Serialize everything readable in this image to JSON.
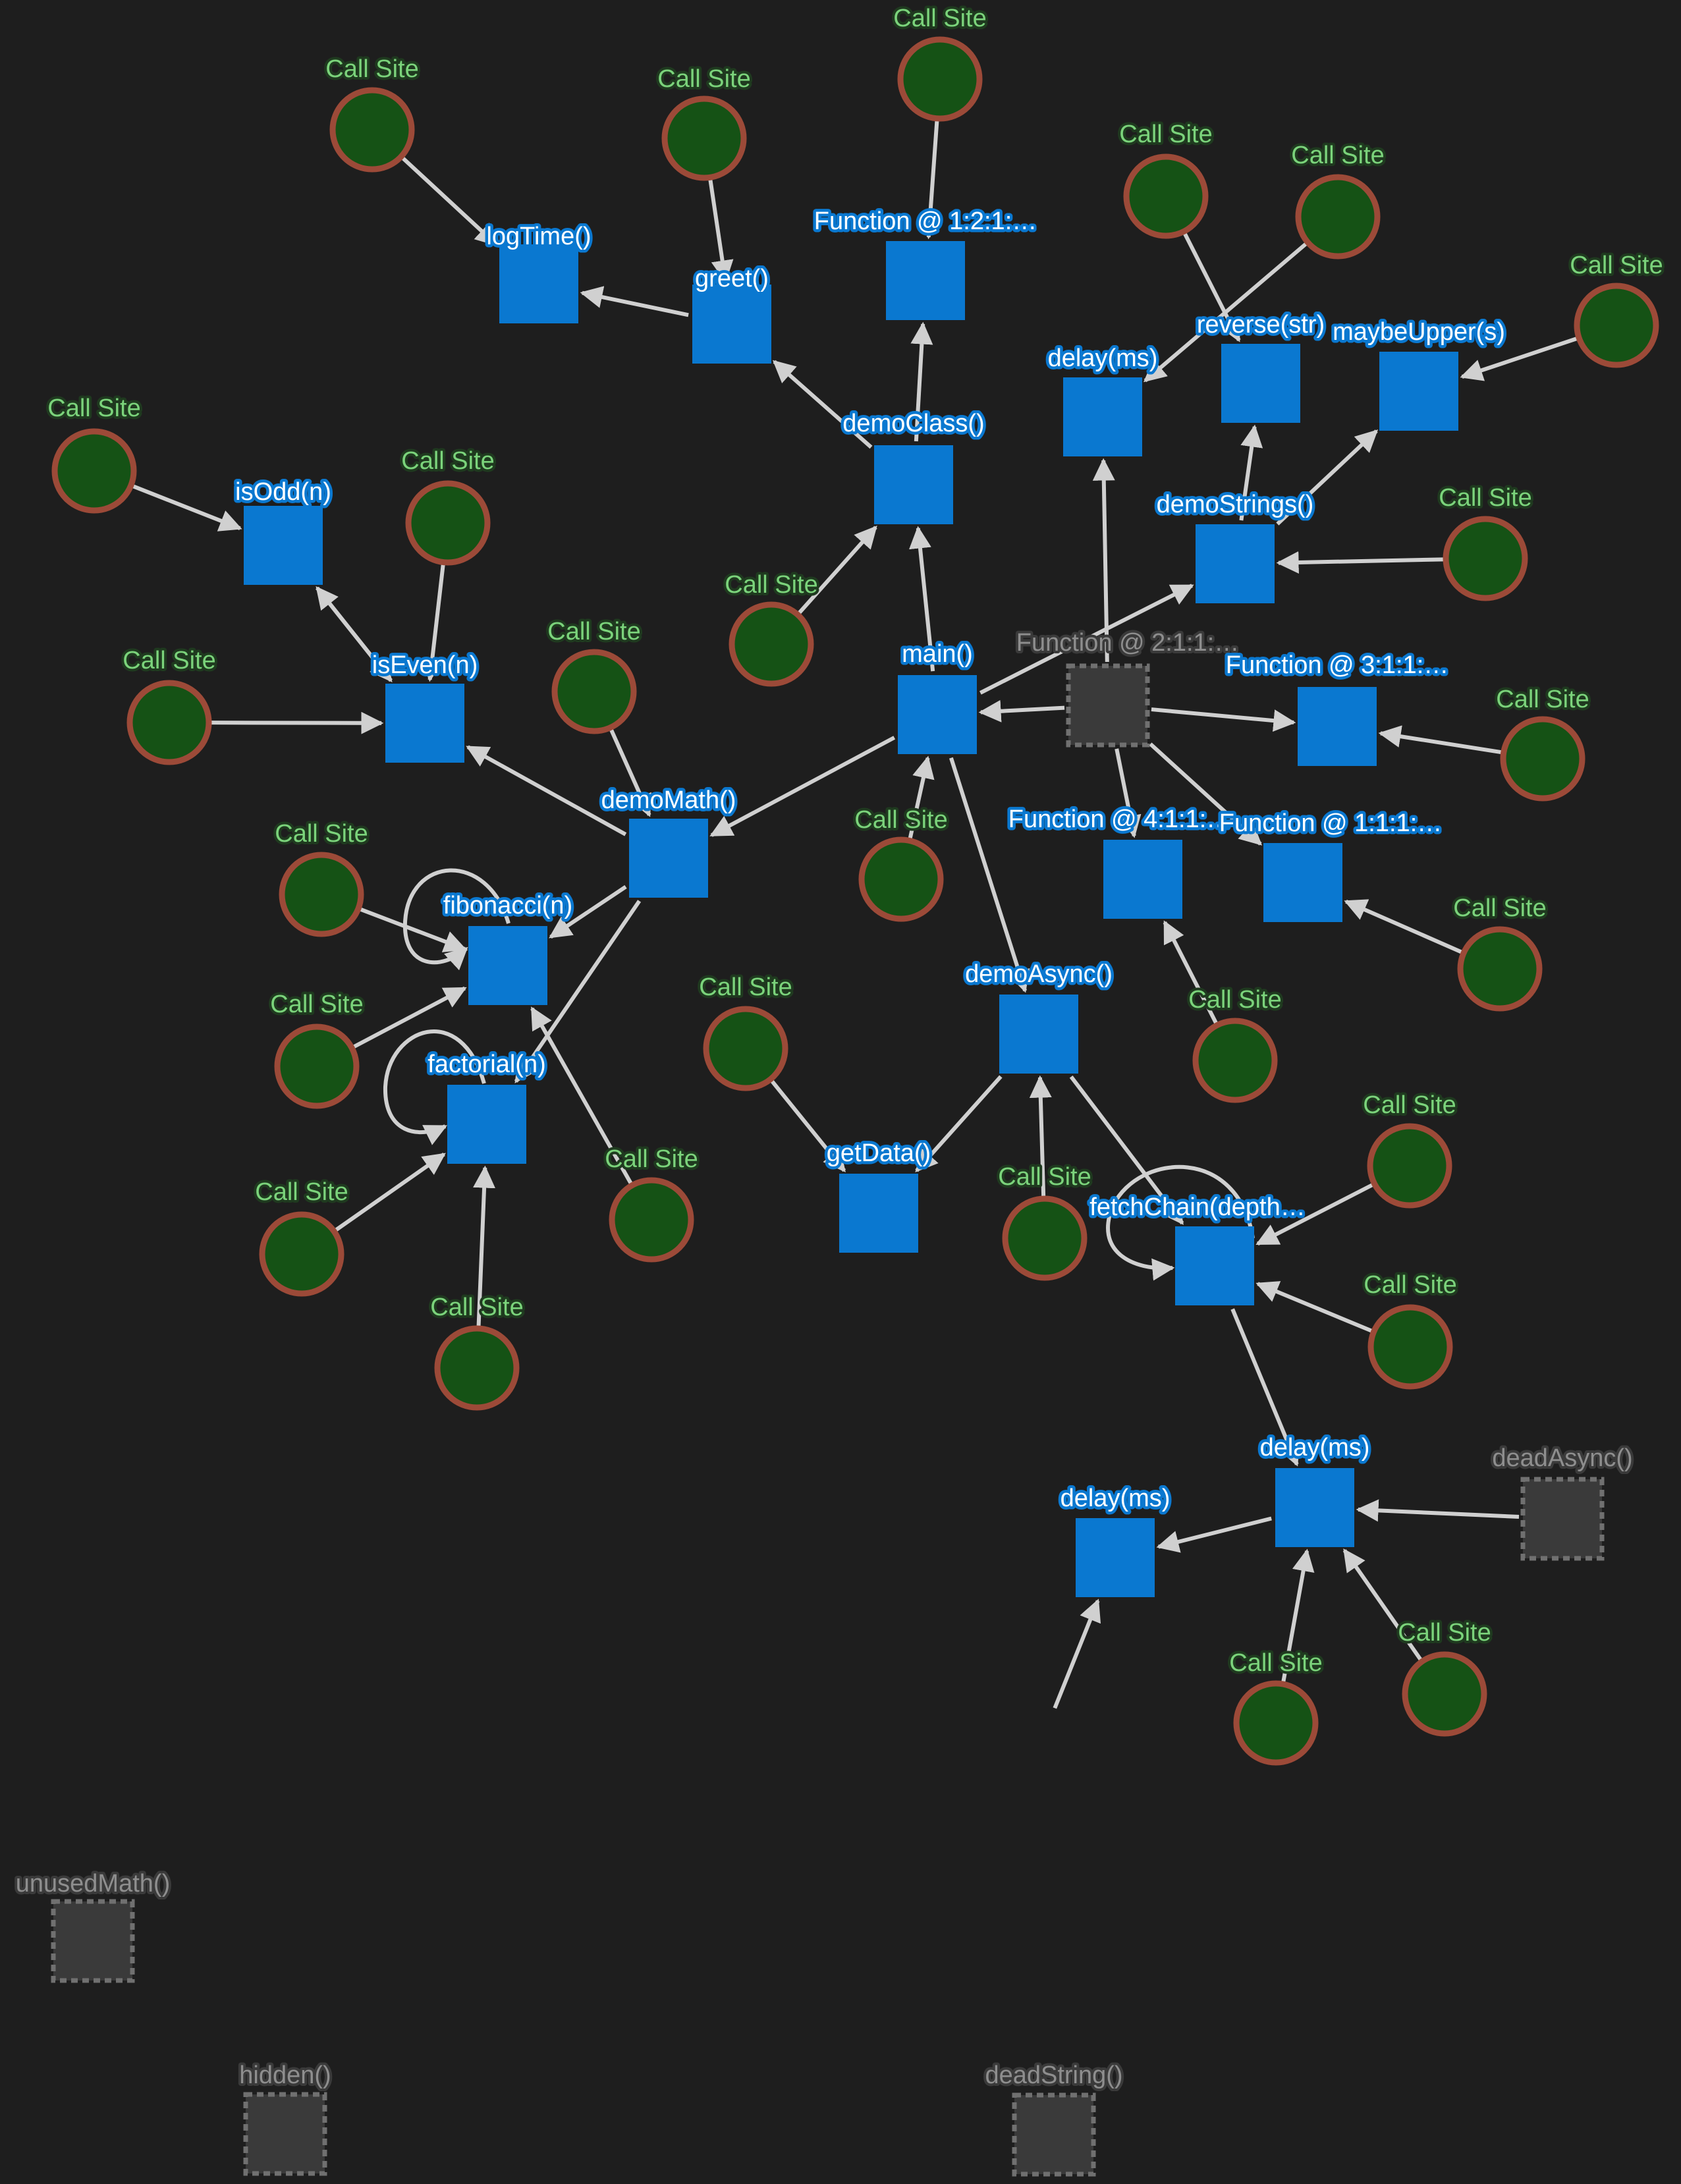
{
  "colors": {
    "background": "#1e1e1e",
    "function_node": "#0a78d0",
    "call_site_fill": "#155215",
    "call_site_stroke": "#9c4a38",
    "dead_node_fill": "#3a3a3a",
    "dead_node_stroke": "#707070",
    "edge": "#d0d0d0"
  },
  "nodes": [
    {
      "id": "logTime",
      "label": "logTime()",
      "kind": "function"
    },
    {
      "id": "greet",
      "label": "greet()",
      "kind": "function"
    },
    {
      "id": "fn122",
      "label": "Function @ 1:2:1:…",
      "kind": "function"
    },
    {
      "id": "demoClass",
      "label": "demoClass()",
      "kind": "function"
    },
    {
      "id": "delayA",
      "label": "delay(ms)",
      "kind": "function"
    },
    {
      "id": "reverse",
      "label": "reverse(str)",
      "kind": "function"
    },
    {
      "id": "maybeUpper",
      "label": "maybeUpper(s)",
      "kind": "function"
    },
    {
      "id": "demoStrings",
      "label": "demoStrings()",
      "kind": "function"
    },
    {
      "id": "isOdd",
      "label": "isOdd(n)",
      "kind": "function"
    },
    {
      "id": "isEven",
      "label": "isEven(n)",
      "kind": "function"
    },
    {
      "id": "main",
      "label": "main()",
      "kind": "function"
    },
    {
      "id": "fn211",
      "label": "Function @ 2:1:1:…",
      "kind": "dead"
    },
    {
      "id": "fn311",
      "label": "Function @ 3:1:1:…",
      "kind": "function"
    },
    {
      "id": "fn411",
      "label": "Function @ 4:1:1:…",
      "kind": "function"
    },
    {
      "id": "fn111",
      "label": "Function @ 1:1:1:…",
      "kind": "function"
    },
    {
      "id": "demoMath",
      "label": "demoMath()",
      "kind": "function"
    },
    {
      "id": "fibonacci",
      "label": "fibonacci(n)",
      "kind": "function"
    },
    {
      "id": "factorial",
      "label": "factorial(n)",
      "kind": "function"
    },
    {
      "id": "demoAsync",
      "label": "demoAsync()",
      "kind": "function"
    },
    {
      "id": "getData",
      "label": "getData()",
      "kind": "function"
    },
    {
      "id": "fetchChain",
      "label": "fetchChain(depth…",
      "kind": "function"
    },
    {
      "id": "delayB",
      "label": "delay(ms)",
      "kind": "function"
    },
    {
      "id": "delayC",
      "label": "delay(ms)",
      "kind": "function"
    },
    {
      "id": "deadAsync",
      "label": "deadAsync()",
      "kind": "dead"
    },
    {
      "id": "unusedMath",
      "label": "unusedMath()",
      "kind": "dead"
    },
    {
      "id": "hidden",
      "label": "hidden()",
      "kind": "dead"
    },
    {
      "id": "deadString",
      "label": "deadString()",
      "kind": "dead"
    },
    {
      "id": "cs1",
      "label": "Call Site",
      "kind": "callsite"
    },
    {
      "id": "cs2",
      "label": "Call Site",
      "kind": "callsite"
    },
    {
      "id": "cs3",
      "label": "Call Site",
      "kind": "callsite"
    },
    {
      "id": "cs4",
      "label": "Call Site",
      "kind": "callsite"
    },
    {
      "id": "cs5",
      "label": "Call Site",
      "kind": "callsite"
    },
    {
      "id": "cs6",
      "label": "Call Site",
      "kind": "callsite"
    },
    {
      "id": "cs7",
      "label": "Call Site",
      "kind": "callsite"
    },
    {
      "id": "cs8",
      "label": "Call Site",
      "kind": "callsite"
    },
    {
      "id": "cs9",
      "label": "Call Site",
      "kind": "callsite"
    },
    {
      "id": "cs10",
      "label": "Call Site",
      "kind": "callsite"
    },
    {
      "id": "cs11",
      "label": "Call Site",
      "kind": "callsite"
    },
    {
      "id": "cs12",
      "label": "Call Site",
      "kind": "callsite"
    },
    {
      "id": "cs13",
      "label": "Call Site",
      "kind": "callsite"
    },
    {
      "id": "cs14",
      "label": "Call Site",
      "kind": "callsite"
    },
    {
      "id": "cs15",
      "label": "Call Site",
      "kind": "callsite"
    },
    {
      "id": "cs16",
      "label": "Call Site",
      "kind": "callsite"
    },
    {
      "id": "cs17",
      "label": "Call Site",
      "kind": "callsite"
    },
    {
      "id": "cs18",
      "label": "Call Site",
      "kind": "callsite"
    },
    {
      "id": "cs19",
      "label": "Call Site",
      "kind": "callsite"
    },
    {
      "id": "cs20",
      "label": "Call Site",
      "kind": "callsite"
    },
    {
      "id": "cs21",
      "label": "Call Site",
      "kind": "callsite"
    },
    {
      "id": "cs22",
      "label": "Call Site",
      "kind": "callsite"
    },
    {
      "id": "cs23",
      "label": "Call Site",
      "kind": "callsite"
    },
    {
      "id": "cs24",
      "label": "Call Site",
      "kind": "callsite"
    },
    {
      "id": "cs25",
      "label": "Call Site",
      "kind": "callsite"
    },
    {
      "id": "cs26",
      "label": "Call Site",
      "kind": "callsite"
    },
    {
      "id": "cs27",
      "label": "Call Site",
      "kind": "callsite"
    }
  ],
  "edges": [
    [
      "cs1",
      "logTime"
    ],
    [
      "greet",
      "logTime"
    ],
    [
      "cs2",
      "greet"
    ],
    [
      "demoClass",
      "greet"
    ],
    [
      "cs3",
      "fn122"
    ],
    [
      "demoClass",
      "fn122"
    ],
    [
      "cs4",
      "demoClass"
    ],
    [
      "main",
      "demoClass"
    ],
    [
      "fn211",
      "delayA"
    ],
    [
      "cs5",
      "reverse"
    ],
    [
      "demoStrings",
      "reverse"
    ],
    [
      "cs6",
      "delayA"
    ],
    [
      "cs7",
      "maybeUpper"
    ],
    [
      "demoStrings",
      "maybeUpper"
    ],
    [
      "cs8",
      "demoStrings"
    ],
    [
      "main",
      "demoStrings"
    ],
    [
      "cs9",
      "isOdd"
    ],
    [
      "isEven",
      "isOdd"
    ],
    [
      "isOdd",
      "isEven"
    ],
    [
      "cs10",
      "isEven"
    ],
    [
      "cs11",
      "isEven"
    ],
    [
      "demoMath",
      "isEven"
    ],
    [
      "cs12",
      "demoMath"
    ],
    [
      "main",
      "demoMath"
    ],
    [
      "fn211",
      "main"
    ],
    [
      "cs14",
      "main"
    ],
    [
      "fn211",
      "fn311"
    ],
    [
      "cs15",
      "fn311"
    ],
    [
      "fn211",
      "fn411"
    ],
    [
      "fn211",
      "fn111"
    ],
    [
      "cs17",
      "fn111"
    ],
    [
      "cs16",
      "fn411"
    ],
    [
      "cs13",
      "fibonacci"
    ],
    [
      "cs18",
      "fibonacci"
    ],
    [
      "demoMath",
      "fibonacci"
    ],
    [
      "fibonacci",
      "fibonacci"
    ],
    [
      "cs19",
      "fibonacci"
    ],
    [
      "cs20",
      "factorial"
    ],
    [
      "cs21",
      "factorial"
    ],
    [
      "demoMath",
      "factorial"
    ],
    [
      "factorial",
      "factorial"
    ],
    [
      "main",
      "demoAsync"
    ],
    [
      "cs22",
      "getData"
    ],
    [
      "demoAsync",
      "getData"
    ],
    [
      "cs23",
      "demoAsync"
    ],
    [
      "demoAsync",
      "fetchChain"
    ],
    [
      "cs24",
      "fetchChain"
    ],
    [
      "cs25",
      "fetchChain"
    ],
    [
      "fetchChain",
      "fetchChain"
    ],
    [
      "fetchChain",
      "delayB"
    ],
    [
      "deadAsync",
      "delayB"
    ],
    [
      "delayB",
      "delayC"
    ],
    [
      "cs26",
      "delayB"
    ],
    [
      "cs27",
      "delayB"
    ],
    [
      "cs28",
      "delayC"
    ]
  ]
}
